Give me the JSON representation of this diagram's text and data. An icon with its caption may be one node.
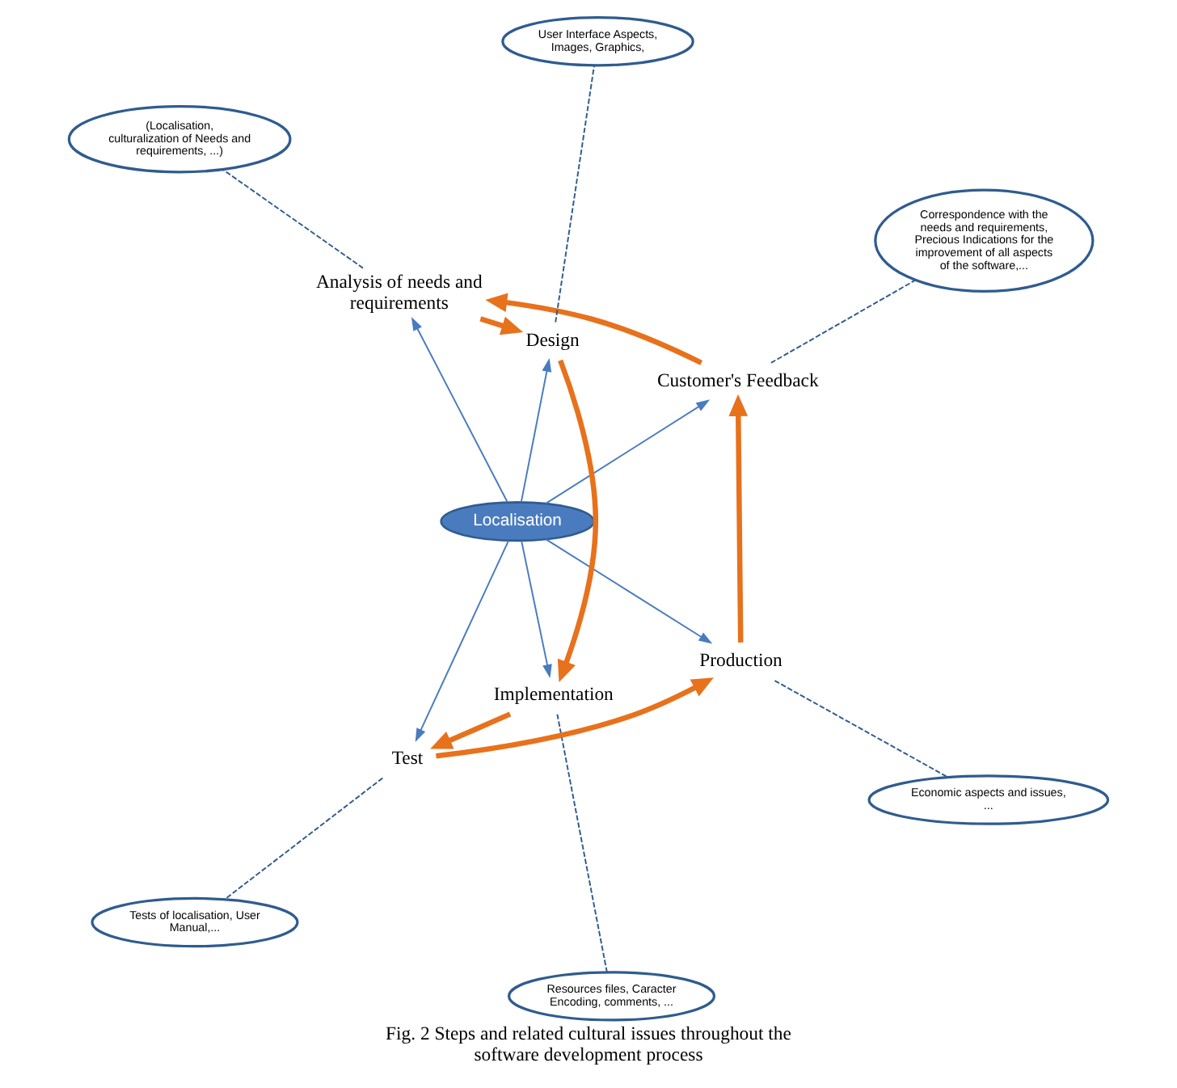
{
  "diagram": {
    "caption": "Fig. 2 Steps and related cultural issues throughout the software development process",
    "nodes": [
      {
        "text": [
          "Localisation"
        ]
      },
      {
        "text": [
          "Implementation"
        ]
      },
      {
        "text": [
          "Test"
        ]
      },
      {
        "text": [
          "Production"
        ]
      },
      {
        "text": [
          "Customer's Feedback"
        ]
      },
      {
        "text": [
          "Analysis of needs and requirements"
        ]
      },
      {
        "text": [
          "Design"
        ]
      },
      {
        "text": [
          "Resources files, Caracter Encoding, comments, ..."
        ]
      },
      {
        "text": [
          "Tests of localisation, User Manual,..."
        ]
      },
      {
        "text": [
          "Economic aspects and issues, ..."
        ]
      },
      {
        "text": [
          "Correspondence with the needs and requirements, Precious Indications for the improvement of all aspects of the software,..."
        ]
      },
      {
        "text": [
          "(Localisation, culturalization of Needs and requirements, ...)"
        ]
      },
      {
        "text": [
          "User Interface Aspects, Images, Graphics,"
        ]
      }
    ],
    "edges": [
      {
        "from": 0,
        "to": 1,
        "arrow": "to"
      },
      {
        "from": 0,
        "to": 2,
        "arrow": "to"
      },
      {
        "from": 0,
        "to": 3,
        "arrow": "to"
      },
      {
        "from": 0,
        "to": 4,
        "arrow": "to"
      },
      {
        "from": 0,
        "to": 5,
        "arrow": "to"
      },
      {
        "from": 0,
        "to": 6,
        "arrow": "to"
      },
      {
        "from": 1,
        "to": 2,
        "arrow": "to",
        "style": "thick",
        "color": "#e8711c"
      },
      {
        "from": 2,
        "to": 3,
        "arrow": "to",
        "style": "thick",
        "color": "#e8711c"
      },
      {
        "from": 3,
        "to": 4,
        "arrow": "to",
        "style": "thick",
        "color": "#e8711c"
      },
      {
        "from": 4,
        "to": 5,
        "arrow": "to",
        "style": "thick",
        "color": "#e8711c"
      },
      {
        "from": 5,
        "to": 6,
        "arrow": "to",
        "style": "thick",
        "color": "#e8711c"
      },
      {
        "from": 6,
        "to": 1,
        "arrow": "to",
        "style": "thick",
        "color": "#e8711c"
      },
      {
        "from": 1,
        "to": 7,
        "arrow": "none",
        "style": "dashed",
        "color": "#2f5c8f"
      },
      {
        "from": 2,
        "to": 8,
        "arrow": "none",
        "style": "dashed",
        "color": "#2f5c8f"
      },
      {
        "from": 3,
        "to": 9,
        "arrow": "none",
        "style": "dashed",
        "color": "#2f5c8f"
      },
      {
        "from": 4,
        "to": 10,
        "arrow": "none",
        "style": "dashed",
        "color": "#2f5c8f"
      },
      {
        "from": 5,
        "to": 11,
        "arrow": "none",
        "style": "dashed",
        "color": "#2f5c8f"
      },
      {
        "from": 6,
        "to": 12,
        "arrow": "none",
        "style": "dashed",
        "color": "#2f5c8f"
      }
    ]
  }
}
